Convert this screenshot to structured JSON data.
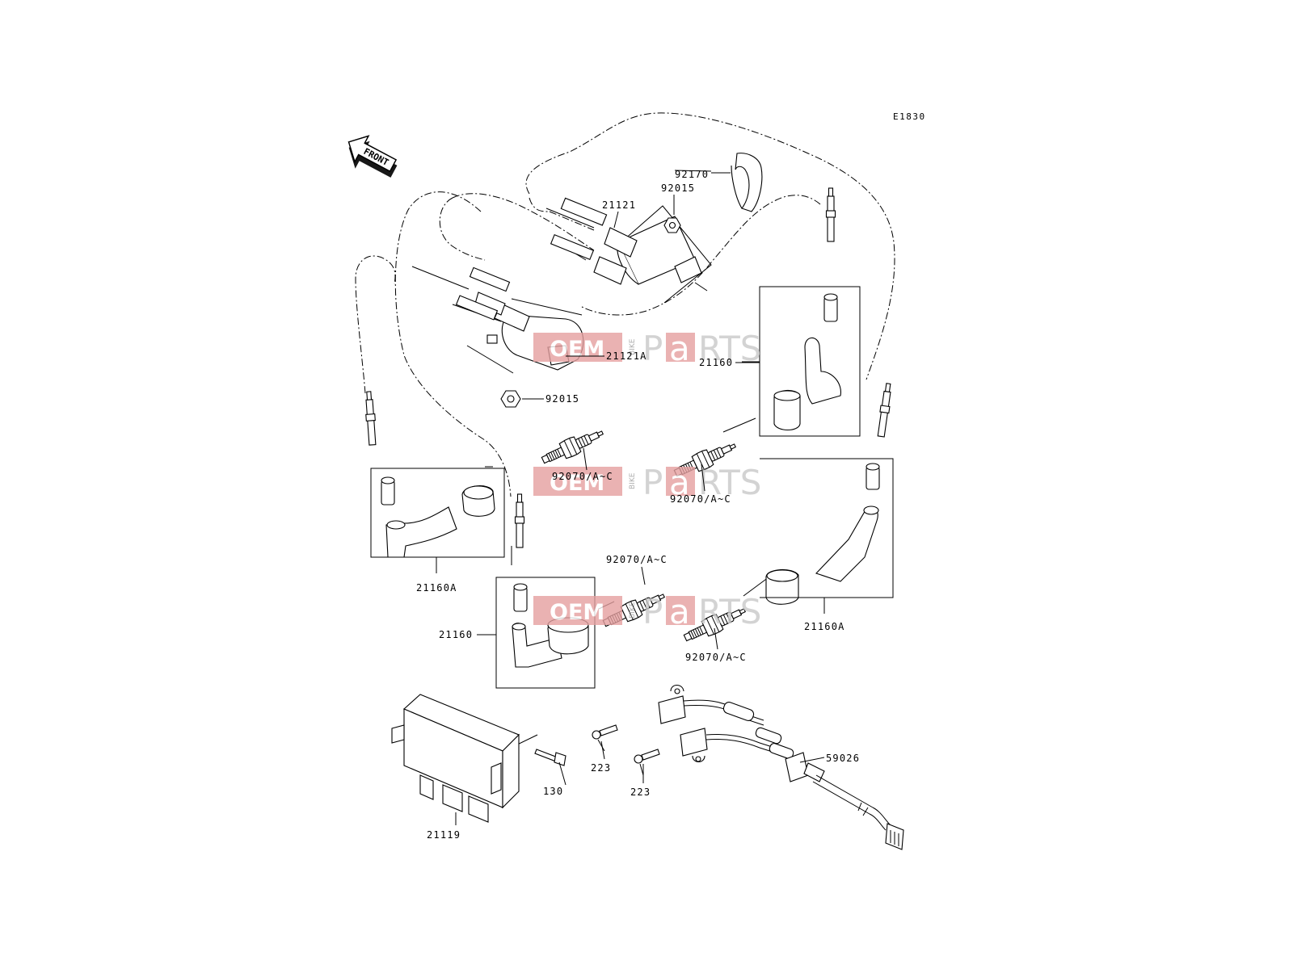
{
  "diagram": {
    "code": "E1830",
    "front_label": "FRONT",
    "watermark": {
      "oem": "OEM",
      "bike": "BIKE",
      "p": "P",
      "a": "a",
      "rts": "RTS"
    },
    "callouts": [
      {
        "id": "c-92170",
        "label": "92170"
      },
      {
        "id": "c-92015-top",
        "label": "92015"
      },
      {
        "id": "c-21121",
        "label": "21121"
      },
      {
        "id": "c-21121a",
        "label": "21121A"
      },
      {
        "id": "c-92015-mid",
        "label": "92015"
      },
      {
        "id": "c-21160-right",
        "label": "21160"
      },
      {
        "id": "c-92070-1",
        "label": "92070/A~C"
      },
      {
        "id": "c-92070-2",
        "label": "92070/A~C"
      },
      {
        "id": "c-21160a-left",
        "label": "21160A"
      },
      {
        "id": "c-92070-3",
        "label": "92070/A~C"
      },
      {
        "id": "c-21160-left",
        "label": "21160"
      },
      {
        "id": "c-92070-4",
        "label": "92070/A~C"
      },
      {
        "id": "c-21160a-right",
        "label": "21160A"
      },
      {
        "id": "c-130",
        "label": "130"
      },
      {
        "id": "c-21119",
        "label": "21119"
      },
      {
        "id": "c-223-1",
        "label": "223"
      },
      {
        "id": "c-223-2",
        "label": "223"
      },
      {
        "id": "c-59026",
        "label": "59026"
      }
    ]
  }
}
